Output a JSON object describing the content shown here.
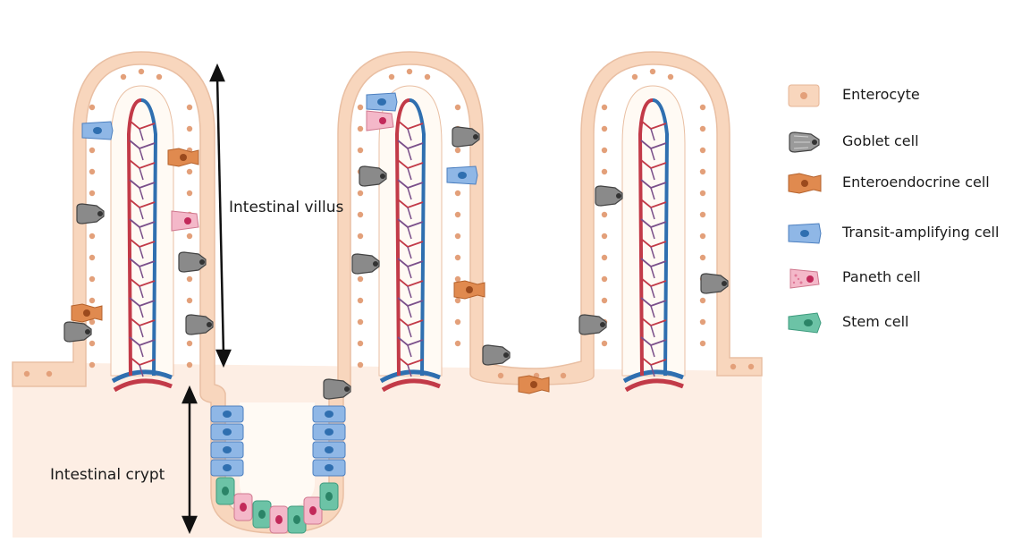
{
  "labels": {
    "villus": "Intestinal villus",
    "crypt": "Intestinal crypt"
  },
  "legend": [
    {
      "label": "Enterocyte",
      "icon": "enterocyte-icon"
    },
    {
      "label": "Goblet cell",
      "icon": "goblet-cell-icon"
    },
    {
      "label": "Enteroendocrine cell",
      "icon": "enteroendocrine-cell-icon"
    },
    {
      "label": "Transit-amplifying cell",
      "icon": "transit-amplifying-cell-icon"
    },
    {
      "label": "Paneth cell",
      "icon": "paneth-cell-icon"
    },
    {
      "label": "Stem cell",
      "icon": "stem-cell-icon"
    }
  ],
  "colors": {
    "enterocyte": "#f8d6bd",
    "goblet": "#8a8a8a",
    "enteroendocrine": "#e08a4f",
    "transit_amplifying": "#8fb7e6",
    "paneth": "#ec9bb4",
    "stem": "#6cc3a6",
    "artery": "#c23a48",
    "vein": "#2f6fb0",
    "tissue": "#fdeee4"
  }
}
